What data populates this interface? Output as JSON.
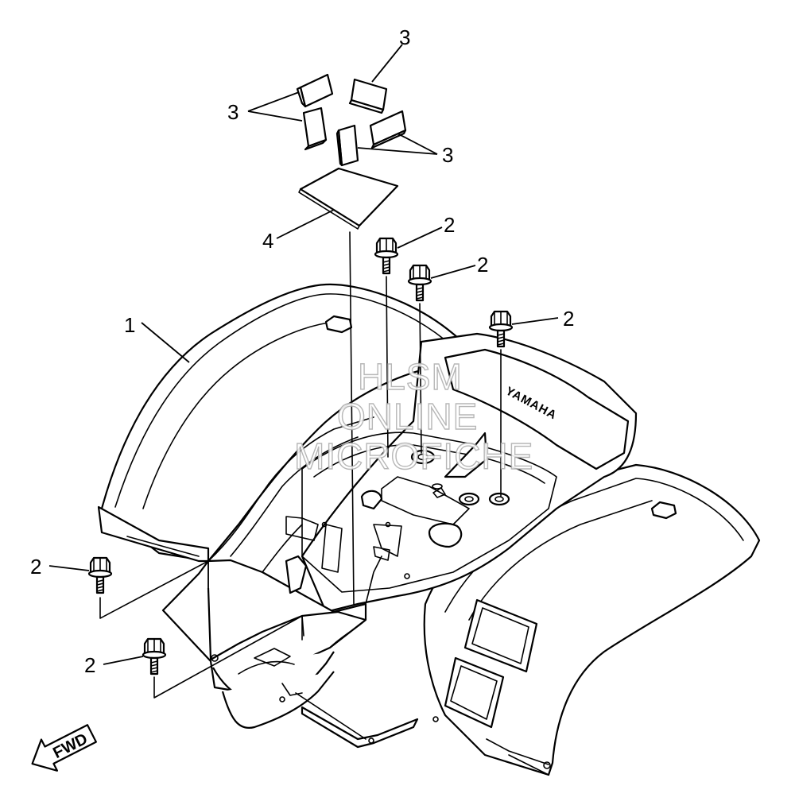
{
  "callouts": {
    "part_1": "1",
    "part_2": "2",
    "part_3": "3",
    "part_4": "4"
  },
  "watermark": {
    "line1": "HLSM",
    "line2": "ONLINE",
    "line3": "MICROFICHE"
  },
  "direction_arrow": "FWD",
  "emblem_text": "YAMAHA"
}
